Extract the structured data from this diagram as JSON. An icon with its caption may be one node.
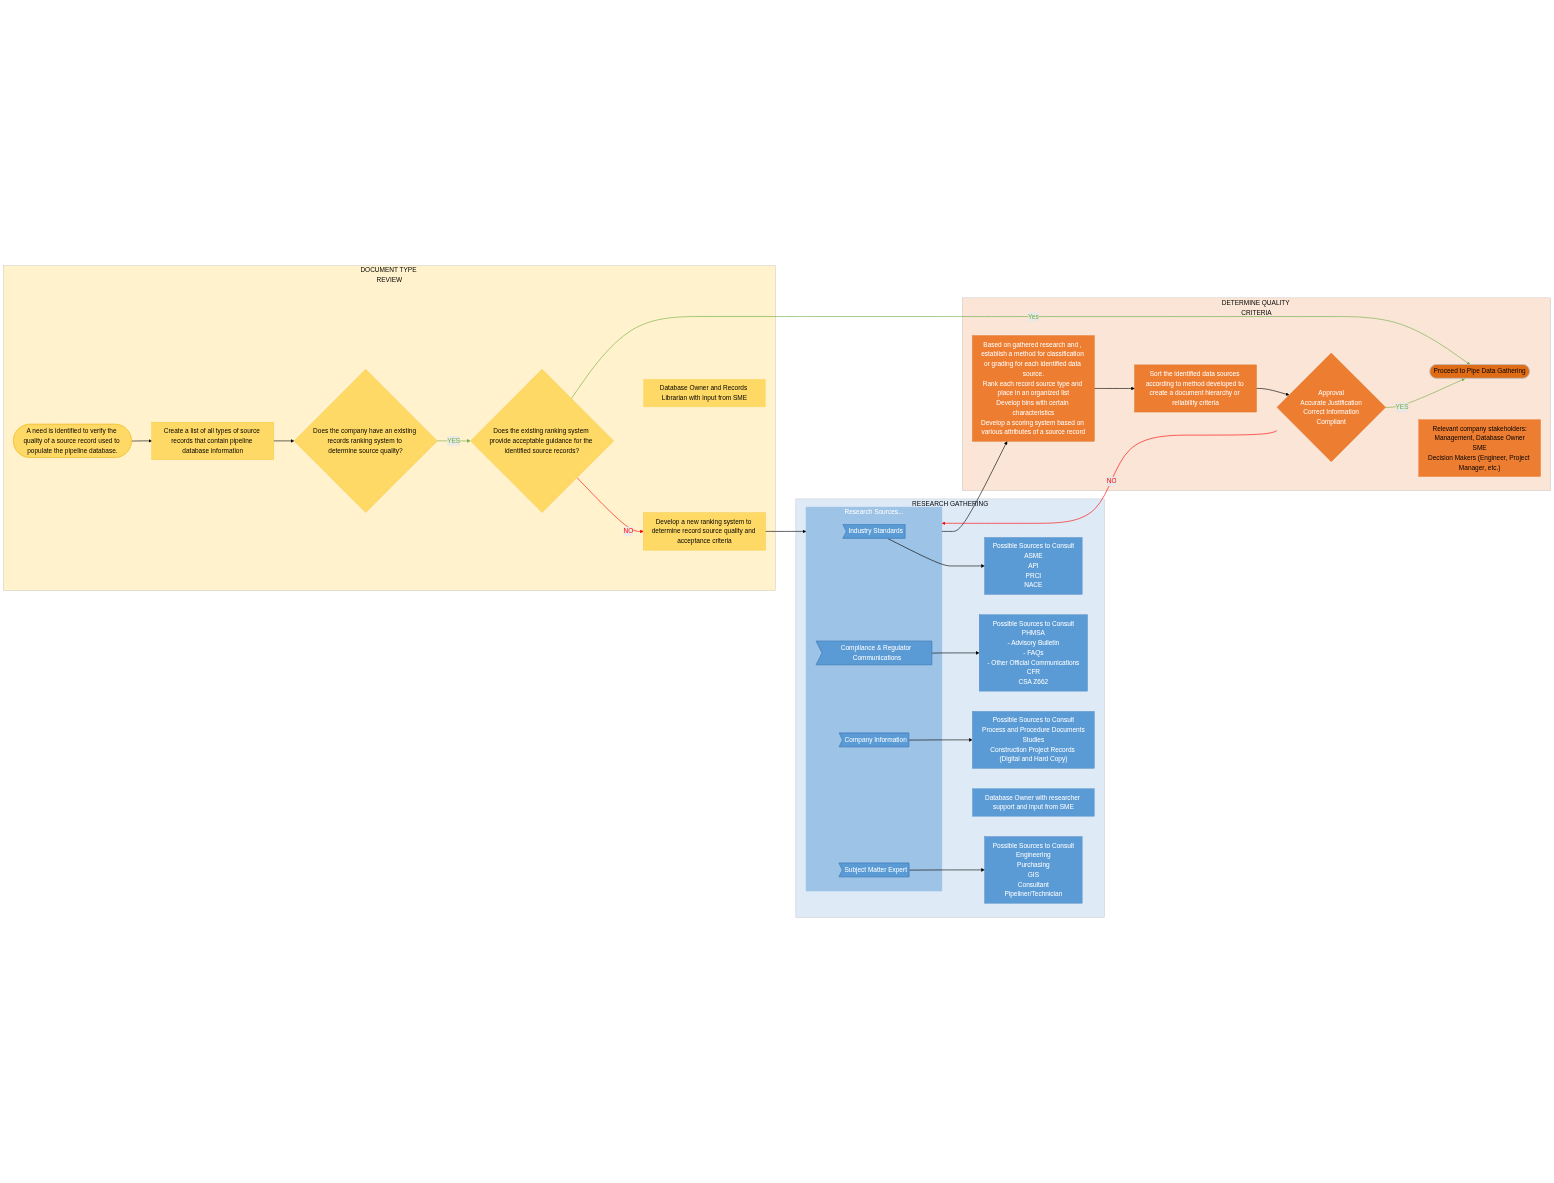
{
  "diagram": {
    "nodes": [
      {
        "text": [
          "DOCUMENT TYPE REVIEW"
        ]
      },
      {
        "text": [
          "A need is identified to verify the quality of a source record used to populate the pipeline database."
        ],
        "in": 0
      },
      {
        "text": [
          "Create a list of all types of source records that contain pipeline database information"
        ],
        "in": 0
      },
      {
        "text": [
          "Does the company have an existing records ranking system to determine source quality?"
        ],
        "in": 0
      },
      {
        "text": [
          "Develop a new ranking system to determine record source quality and acceptance criteria"
        ],
        "in": 0
      },
      {
        "text": [
          "Does the existing ranking system provide acceptable guidance for the identified source records?"
        ],
        "in": 0
      },
      {
        "text": [
          "Database Owner and Records Librarian with input from SME"
        ],
        "in": 0
      },
      {
        "text": [
          "RESEARCH GATHERING"
        ]
      },
      {
        "text": [
          "Research Sources..."
        ],
        "in": 7
      },
      {
        "text": [
          "Industry Standards"
        ],
        "in": 8
      },
      {
        "text": [
          "Compliance & Regulator Communications"
        ],
        "in": 8
      },
      {
        "text": [
          "Company Information"
        ],
        "in": 8
      },
      {
        "text": [
          "Subject Matter Expert"
        ],
        "in": 8
      },
      {
        "text": [
          "Possible Sources to Consult",
          "ASME",
          "API",
          "PRCI",
          "NACE"
        ],
        "in": 7
      },
      {
        "text": [
          "Possible Sources to Consult",
          "PHMSA",
          "- Advisory Bulletin",
          "- FAQs",
          "- Other Official Communications",
          "CFR",
          "CSA Z662"
        ],
        "in": 7
      },
      {
        "text": [
          "Possible Sources to Consult",
          "Process and Procedure Documents",
          "Studies",
          "Construction Project Records (Digital and Hard Copy)"
        ],
        "in": 7
      },
      {
        "text": [
          "Possible Sources to Consult",
          "Engineering",
          "Purchasing",
          "GIS",
          "Consultant",
          "Pipeliner/Technician"
        ],
        "in": 7
      },
      {
        "text": [
          "Database Owner with researcher support and input from SME"
        ],
        "in": 7
      },
      {
        "text": [
          "DETERMINE QUALITY CRITERIA"
        ]
      },
      {
        "text": [
          "Based on gathered research and , establish a method for classification or grading for each identified data source.",
          "Rank each record source type and place in an organized list",
          "Develop bins with certain characteristics",
          "Develop a scoring system based on various attributes of a source record"
        ],
        "in": 18
      },
      {
        "text": [
          "Sort the identified data sources according to method developed to create a document hierarchy or reliability criteria"
        ],
        "in": 18
      },
      {
        "text": [
          "Approval",
          "Accurate Justification",
          "Correct Information",
          "Compliant"
        ],
        "in": 18
      },
      {
        "text": [
          "Proceed to Pipe Data Gathering"
        ],
        "in": 18
      },
      {
        "text": [
          "Relevant company stakeholders:",
          "Management, Database Owner",
          "SME",
          "Decision Makers (Engineer, Project Manager, etc.)"
        ],
        "in": 18
      }
    ],
    "edges": [
      {
        "from": 1,
        "to": 2,
        "arrow": "to"
      },
      {
        "from": 2,
        "to": 3,
        "arrow": "to"
      },
      {
        "from": 3,
        "to": 5,
        "arrow": "to",
        "label": "YES",
        "color": "#70ad47"
      },
      {
        "from": 5,
        "to": 4,
        "arrow": "to",
        "label": "NO",
        "color": "#ff0000"
      },
      {
        "from": 4,
        "to": 8,
        "arrow": "to"
      },
      {
        "from": 9,
        "to": 13,
        "arrow": "to"
      },
      {
        "from": 10,
        "to": 14,
        "arrow": "to"
      },
      {
        "from": 11,
        "to": 15,
        "arrow": "to"
      },
      {
        "from": 12,
        "to": 16,
        "arrow": "to"
      },
      {
        "from": 8,
        "to": 19,
        "arrow": "to"
      },
      {
        "from": 19,
        "to": 20,
        "arrow": "to"
      },
      {
        "from": 20,
        "to": 21,
        "arrow": "to"
      },
      {
        "from": 21,
        "to": 8,
        "arrow": "to",
        "label": "NO",
        "color": "#ff0000"
      },
      {
        "from": 21,
        "to": 22,
        "arrow": "to",
        "label": "YES",
        "color": "#70ad47"
      },
      {
        "from": 5,
        "to": 22,
        "arrow": "to",
        "label": "Yes",
        "color": "#70ad47"
      }
    ]
  }
}
